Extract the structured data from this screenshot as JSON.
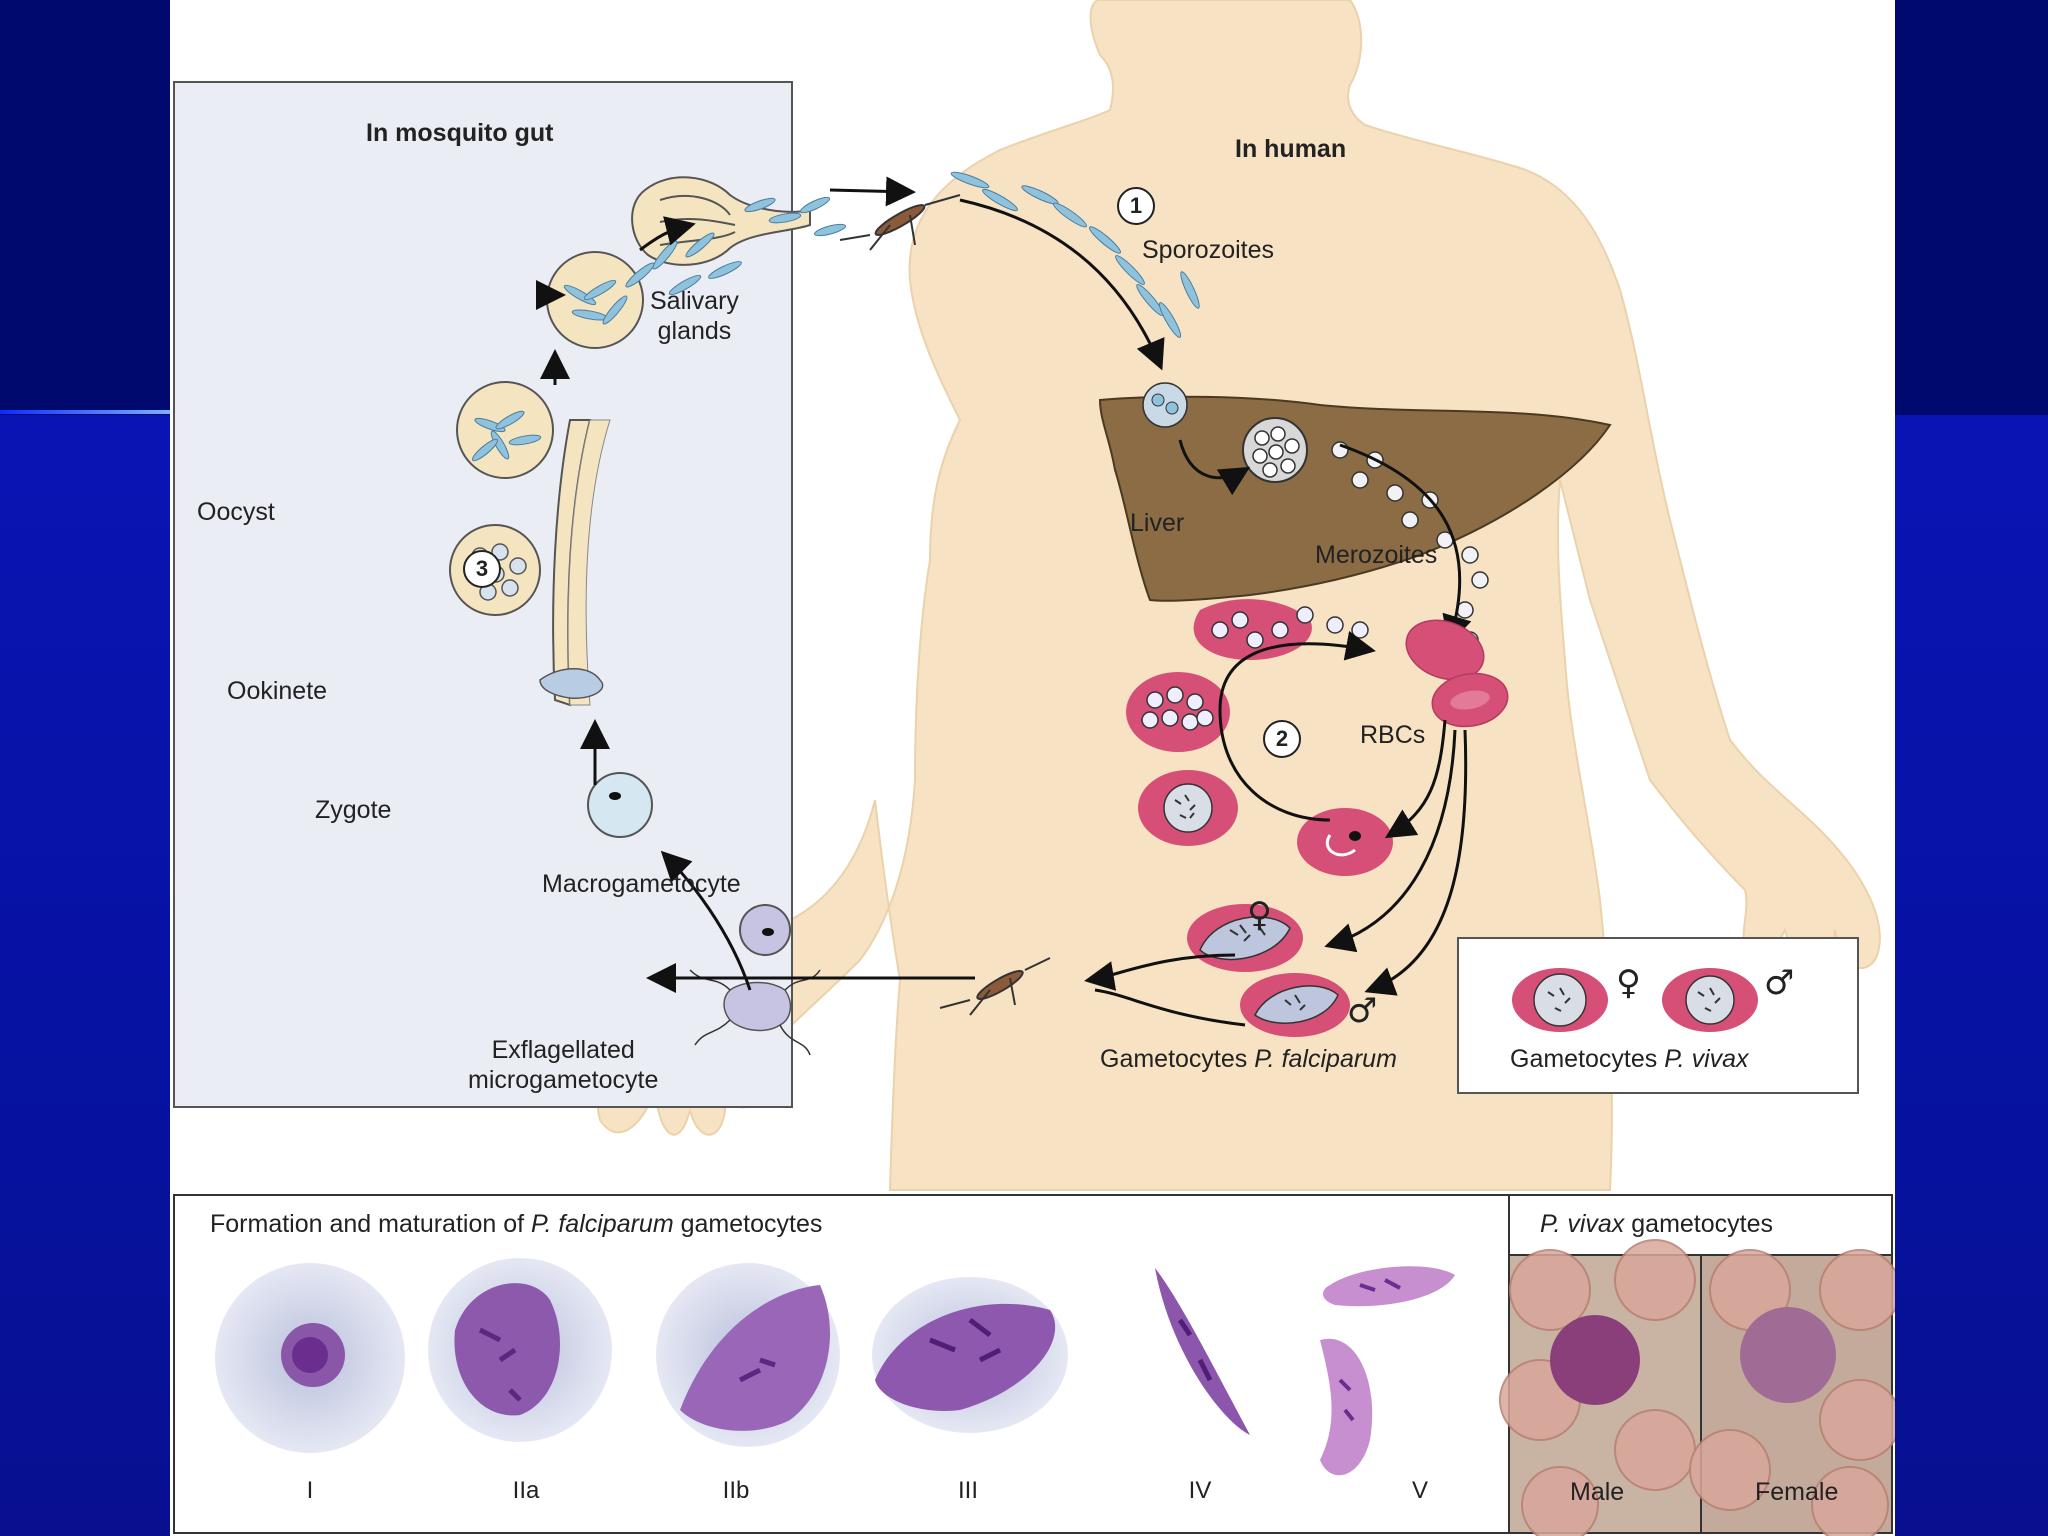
{
  "mosquito_panel": {
    "title": "In mosquito gut",
    "salivary_glands": "Salivary\nglands",
    "oocyst": "Oocyst",
    "step3": "3",
    "ookinete": "Ookinete",
    "zygote": "Zygote",
    "macrogametocyte": "Macrogametocyte",
    "exflagellated": "Exflagellated\nmicrogametocyte"
  },
  "human": {
    "title": "In human",
    "step1": "1",
    "sporozoites": "Sporozoites",
    "liver": "Liver",
    "merozoites": "Merozoites",
    "step2": "2",
    "rbcs": "RBCs",
    "gametocytes_pf_prefix": "Gametocytes ",
    "gametocytes_pf_species": "P. falciparum",
    "female_symbol": "♀",
    "male_symbol": "♂"
  },
  "vivax_box": {
    "prefix": "Gametocytes ",
    "species": "P. vivax",
    "female_symbol": "♀",
    "male_symbol": "♂"
  },
  "bottom_left": {
    "title_prefix": "Formation and maturation of ",
    "title_species": "P. falciparum",
    "title_suffix": " gametocytes",
    "stages": [
      "I",
      "IIa",
      "IIb",
      "III",
      "IV",
      "V"
    ]
  },
  "bottom_right": {
    "title_species": "P. vivax",
    "title_suffix": " gametocytes",
    "male": "Male",
    "female": "Female"
  },
  "colors": {
    "skin": "#f5e3c4",
    "liver": "#8b6b44",
    "rbc": "#d64f76",
    "panel_bg": "#ebedf4"
  }
}
